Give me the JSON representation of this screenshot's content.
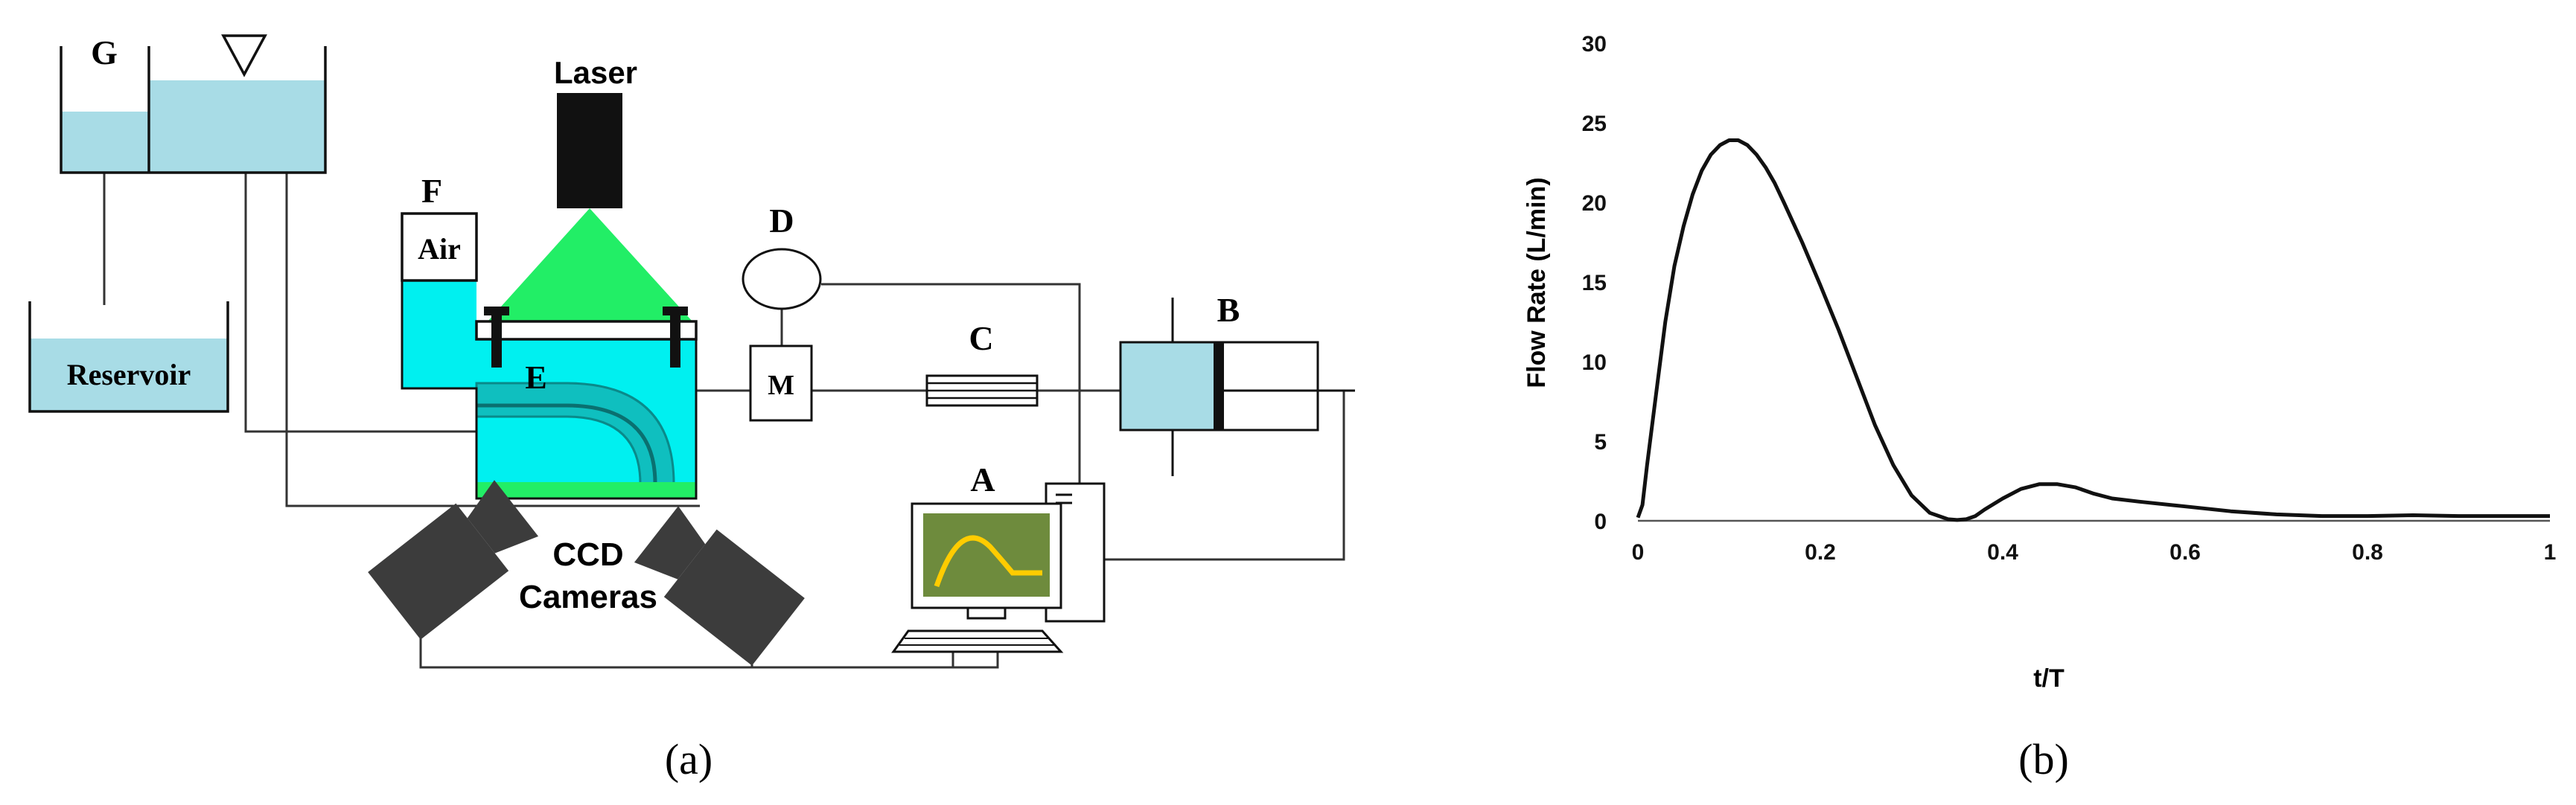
{
  "diagram": {
    "labels": {
      "G": "G",
      "F": "F",
      "air": "Air",
      "laser": "Laser",
      "D": "D",
      "B": "B",
      "C": "C",
      "E": "E",
      "M": "M",
      "A": "A",
      "reservoir": "Reservoir",
      "ccd_line1": "CCD",
      "ccd_line2": "Cameras"
    },
    "caption": "(a)"
  },
  "chart_caption": "(b)",
  "colors": {
    "water": "#a8dce6",
    "cyan_block": "#00f0f0",
    "laser_green": "#22ee66",
    "monitor_screen": "#6e8b3d",
    "monitor_wave": "#ffcc00",
    "gray_camera": "#3c3c3c"
  },
  "chart_data": {
    "type": "line",
    "title": "",
    "xlabel": "t/T",
    "ylabel": "Flow Rate (L/min)",
    "xlim": [
      0,
      1
    ],
    "ylim": [
      0,
      30
    ],
    "xticks": [
      0,
      0.2,
      0.4,
      0.6,
      0.8,
      1
    ],
    "xtick_labels": [
      "0",
      "0.2",
      "0.4",
      "0.6",
      "0.8",
      "1"
    ],
    "yticks": [
      0,
      5,
      10,
      15,
      20,
      25,
      30
    ],
    "ytick_labels": [
      "0",
      "5",
      "10",
      "15",
      "20",
      "25",
      "30"
    ],
    "grid": false,
    "series": [
      {
        "x": [
          0,
          0.005,
          0.01,
          0.02,
          0.03,
          0.04,
          0.05,
          0.06,
          0.07,
          0.08,
          0.09,
          0.1,
          0.11,
          0.12,
          0.13,
          0.14,
          0.15,
          0.16,
          0.18,
          0.2,
          0.22,
          0.24,
          0.26,
          0.28,
          0.3,
          0.32,
          0.34,
          0.35,
          0.36,
          0.37,
          0.38,
          0.4,
          0.42,
          0.44,
          0.46,
          0.48,
          0.5,
          0.52,
          0.55,
          0.6,
          0.65,
          0.7,
          0.75,
          0.8,
          0.85,
          0.9,
          0.95,
          1.0
        ],
        "y": [
          0.2,
          1.0,
          3.5,
          8.0,
          12.5,
          16.0,
          18.5,
          20.5,
          22.0,
          23.0,
          23.6,
          23.9,
          23.9,
          23.6,
          23.0,
          22.2,
          21.2,
          20.0,
          17.5,
          14.8,
          12.0,
          9.0,
          6.0,
          3.5,
          1.6,
          0.5,
          0.1,
          0.05,
          0.1,
          0.3,
          0.7,
          1.4,
          2.0,
          2.3,
          2.3,
          2.1,
          1.7,
          1.4,
          1.2,
          0.9,
          0.6,
          0.4,
          0.3,
          0.3,
          0.35,
          0.3,
          0.3,
          0.3
        ]
      }
    ]
  }
}
